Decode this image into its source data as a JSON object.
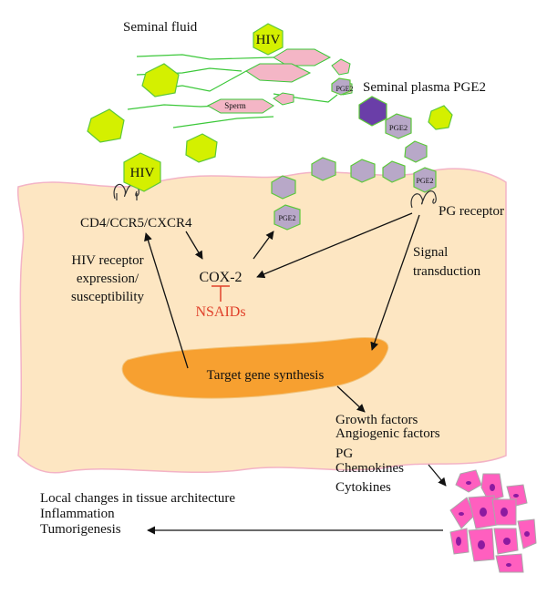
{
  "labels": {
    "seminal_fluid": "Seminal fluid",
    "hiv_top": "HIV",
    "hiv_receptor_bound": "HIV",
    "sperm": "Sperm",
    "pge2": "PGE2",
    "seminal_plasma_pge2": "Seminal plasma PGE2",
    "cd4_ccr5_cxcr4": "CD4/CCR5/CXCR4",
    "pg_receptor": "PG receptor",
    "hiv_receptor_lines": [
      "HIV receptor",
      "expression/",
      "susceptibility"
    ],
    "cox2": "COX-2",
    "nsaids": "NSAIDs",
    "signal_transduction_lines": [
      "Signal",
      "transduction"
    ],
    "target_gene_synthesis": "Target gene synthesis",
    "products": [
      "Growth factors",
      "Angiogenic factors",
      "PG",
      "Chemokines",
      "Cytokines"
    ],
    "outcomes": [
      "Local changes in tissue architecture",
      "Inflammation",
      "Tumorigenesis"
    ]
  },
  "colors": {
    "cell_fill": "#fde6c2",
    "cell_border": "#f3b3c6",
    "nucleus": "#f7a030",
    "hiv_fill": "#d4f000",
    "hiv_stroke": "#5cc83a",
    "sperm_fill": "#f4b6c6",
    "sperm_tail": "#3cc83a",
    "pge2_fill": "#b8a8c8",
    "pge2_highlight": "#6a3ea8",
    "nsaid_red": "#e0402a",
    "tumor_fill": "#ff5fbf",
    "tumor_nucleus": "#8c1aa0"
  },
  "icons": {
    "receptor": "receptor-coil-icon",
    "tumor": "tumor-cell-cluster-icon"
  }
}
